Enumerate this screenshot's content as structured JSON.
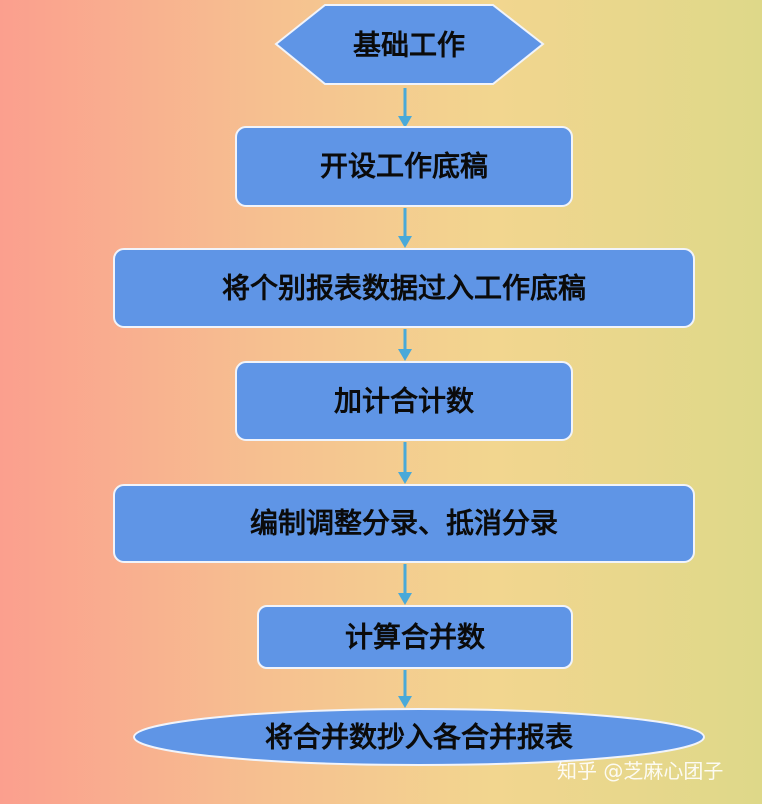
{
  "colors": {
    "node_fill": "#5f95e6",
    "node_stroke": "#f1f4fb",
    "arrow": "#49a9d9"
  },
  "nodes": [
    {
      "id": "start",
      "label": "基础工作",
      "shape": "hexagon"
    },
    {
      "id": "step1",
      "label": "开设工作底稿",
      "shape": "rounded-rect"
    },
    {
      "id": "step2",
      "label": "将个别报表数据过入工作底稿",
      "shape": "rounded-rect"
    },
    {
      "id": "step3",
      "label": "加计合计数",
      "shape": "rounded-rect"
    },
    {
      "id": "step4",
      "label": "编制调整分录、抵消分录",
      "shape": "rounded-rect"
    },
    {
      "id": "step5",
      "label": "计算合并数",
      "shape": "rounded-rect"
    },
    {
      "id": "end",
      "label": "将合并数抄入各合并报表",
      "shape": "ellipse"
    }
  ],
  "watermark": "知乎 @芝麻心团子"
}
